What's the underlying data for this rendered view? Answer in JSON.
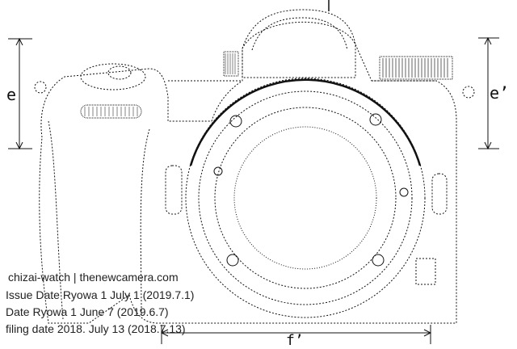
{
  "dimension_labels": {
    "e": "e",
    "e_prime": "e’",
    "f_prime": "f’"
  },
  "captions": [
    "chizai-watch | thenewcamera.com",
    "Issue Date Ryowa 1 July 1 (2019.7.1)",
    "Date Ryowa 1 June 7 (2019.6.7)",
    "filing date 2018. July 13 (2018.7.13)"
  ]
}
